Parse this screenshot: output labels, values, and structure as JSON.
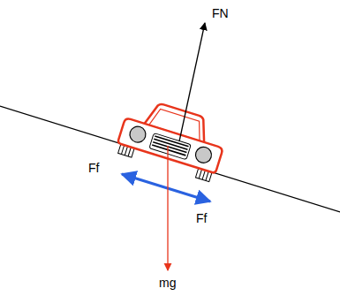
{
  "diagram": {
    "labels": [
      "FN",
      "Ff",
      "Ff",
      "mg"
    ]
  }
}
